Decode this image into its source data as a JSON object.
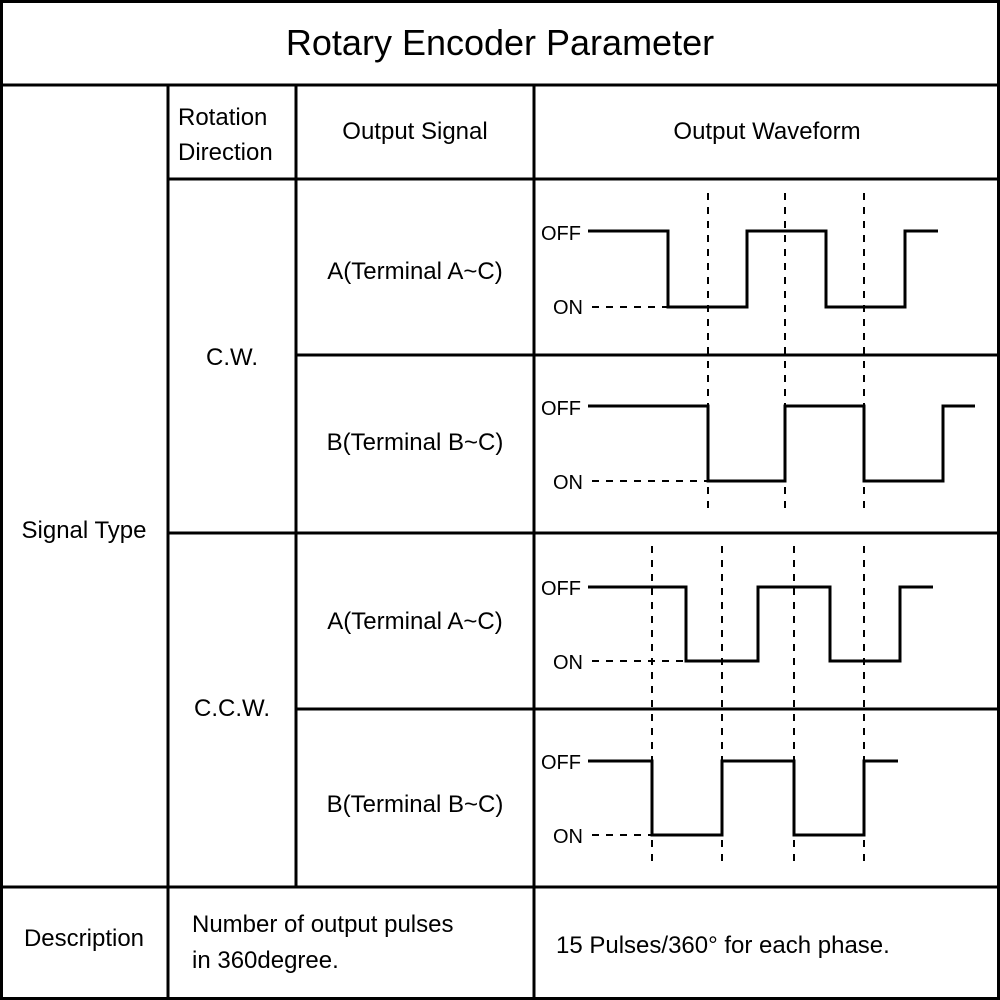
{
  "title": "Rotary Encoder Parameter",
  "headers": {
    "rotation_direction_line1": "Rotation",
    "rotation_direction_line2": "Direction",
    "output_signal": "Output Signal",
    "output_waveform": "Output Waveform"
  },
  "signal_type_label": "Signal Type",
  "directions": [
    {
      "label": "C.W.",
      "rows": [
        {
          "signal": "A(Terminal A~C)",
          "off": "OFF",
          "on": "ON"
        },
        {
          "signal": "B(Terminal B~C)",
          "off": "OFF",
          "on": "ON"
        }
      ]
    },
    {
      "label": "C.C.W.",
      "rows": [
        {
          "signal": "A(Terminal A~C)",
          "off": "OFF",
          "on": "ON"
        },
        {
          "signal": "B(Terminal B~C)",
          "off": "OFF",
          "on": "ON"
        }
      ]
    }
  ],
  "description": {
    "label": "Description",
    "pulses_line1": "Number of output pulses",
    "pulses_line2": "in 360degree.",
    "value": "15 Pulses/360° for each phase."
  }
}
